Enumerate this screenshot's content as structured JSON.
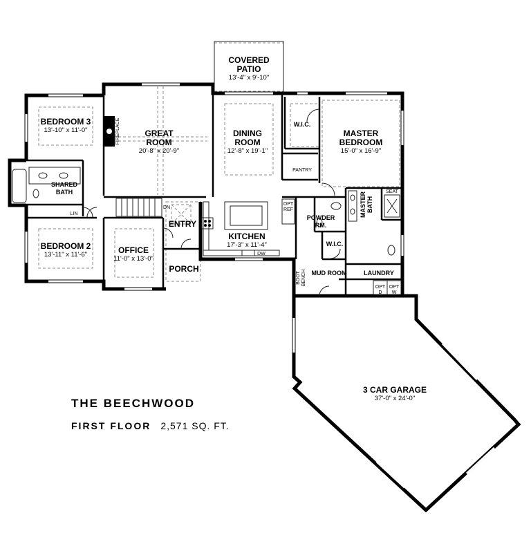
{
  "plan": {
    "name": "THE BEECHWOOD",
    "floor_label": "FIRST FLOOR",
    "area": "2,571 SQ. FT."
  },
  "rooms": {
    "covered_patio": {
      "name_1": "COVERED",
      "name_2": "PATIO",
      "size": "13'-4\" x 9'-10\""
    },
    "bedroom3": {
      "name": "BEDROOM 3",
      "size": "13'-10\" x 11'-0\""
    },
    "great_room": {
      "name_1": "GREAT",
      "name_2": "ROOM",
      "size": "20'-8\" x 20'-9\""
    },
    "dining_room": {
      "name_1": "DINING",
      "name_2": "ROOM",
      "size": "12'-8\" x 19'-1\""
    },
    "master_bedroom": {
      "name_1": "MASTER",
      "name_2": "BEDROOM",
      "size": "15'-0\" x 16'-9\""
    },
    "wic_master": {
      "name": "W.I.C."
    },
    "shared_bath": {
      "name_1": "SHARED",
      "name_2": "BATH"
    },
    "pantry": {
      "name": "PANTRY"
    },
    "opt_ref": {
      "line_1": "OPT",
      "line_2": "REF"
    },
    "powder_room": {
      "name_1": "POWDER",
      "name_2": "RM."
    },
    "master_bath": {
      "name_1": "MASTER",
      "name_2": "BATH"
    },
    "seat": {
      "name": "SEAT"
    },
    "fireplace": {
      "name": "FIREPLACE"
    },
    "linen": {
      "name": "LIN"
    },
    "stairs": {
      "label": "DN"
    },
    "entry": {
      "name": "ENTRY"
    },
    "kitchen": {
      "name": "KITCHEN",
      "size": "17'-3\" x 11'-4\""
    },
    "dishwasher": {
      "name": "DW"
    },
    "bedroom2": {
      "name": "BEDROOM 2",
      "size": "13'-11\" x 11'-6\""
    },
    "office": {
      "name": "OFFICE",
      "size": "11'-0\" x 13'-0\""
    },
    "porch": {
      "name": "PORCH"
    },
    "wic_mud": {
      "name": "W.I.C."
    },
    "mud_room": {
      "name": "MUD ROOM"
    },
    "boot_bench": {
      "name_1": "BOOT",
      "name_2": "BENCH"
    },
    "laundry": {
      "name": "LAUNDRY"
    },
    "opt_d": {
      "line_1": "OPT",
      "line_2": "D"
    },
    "opt_w": {
      "line_1": "OPT",
      "line_2": "W"
    },
    "garage": {
      "name": "3 CAR GARAGE",
      "size": "37'-0\" x 24'-0\""
    }
  }
}
